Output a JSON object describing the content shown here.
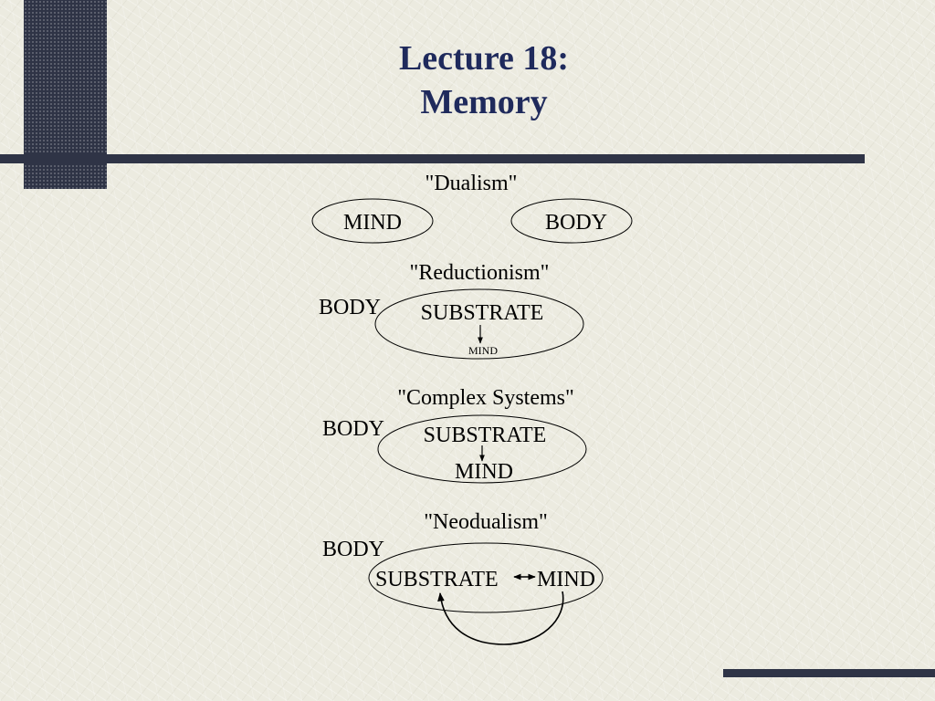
{
  "title": {
    "line1": "Lecture 18:",
    "line2": "Memory"
  },
  "sections": {
    "dualism": {
      "heading": "\"Dualism\"",
      "mind": "MIND",
      "body": "BODY"
    },
    "reductionism": {
      "heading": "\"Reductionism\"",
      "body": "BODY",
      "substrate": "SUBSTRATE",
      "mind": "MIND"
    },
    "complex_systems": {
      "heading": "\"Complex Systems\"",
      "body": "BODY",
      "substrate": "SUBSTRATE",
      "mind": "MIND"
    },
    "neodualism": {
      "heading": "\"Neodualism\"",
      "body": "BODY",
      "substrate": "SUBSTRATE",
      "mind": "MIND"
    }
  },
  "colors": {
    "accent": "#2f3446",
    "title": "#1f2a5c",
    "background": "#ecebe0"
  }
}
